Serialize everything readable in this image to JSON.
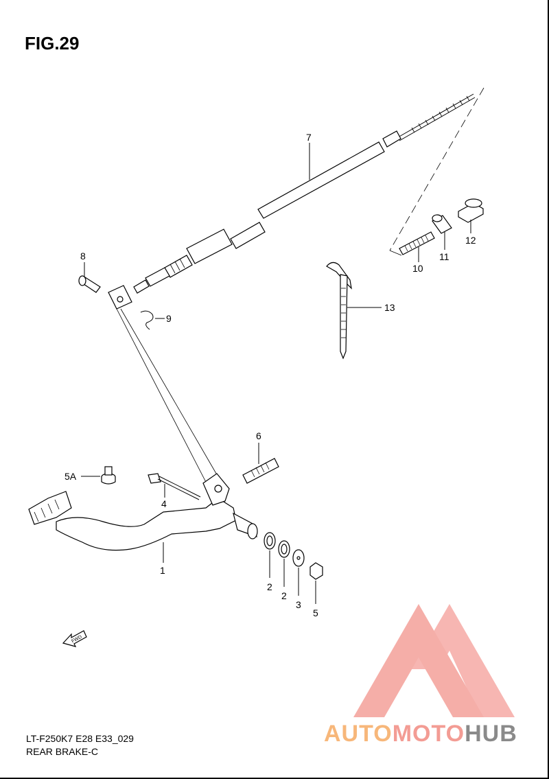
{
  "figure": {
    "title": "FIG.29",
    "model_code": "LT-F250K7 E28 E33_029",
    "section_name": "REAR BRAKE-C"
  },
  "callouts": [
    {
      "id": "1",
      "label": "1"
    },
    {
      "id": "2a",
      "label": "2"
    },
    {
      "id": "2b",
      "label": "2"
    },
    {
      "id": "3",
      "label": "3"
    },
    {
      "id": "4",
      "label": "4"
    },
    {
      "id": "5",
      "label": "5"
    },
    {
      "id": "5A",
      "label": "5A"
    },
    {
      "id": "6",
      "label": "6"
    },
    {
      "id": "7",
      "label": "7"
    },
    {
      "id": "8",
      "label": "8"
    },
    {
      "id": "9",
      "label": "9"
    },
    {
      "id": "10",
      "label": "10"
    },
    {
      "id": "11",
      "label": "11"
    },
    {
      "id": "12",
      "label": "12"
    },
    {
      "id": "13",
      "label": "13"
    }
  ],
  "direction_arrow": {
    "label": "FWD"
  },
  "watermark": {
    "part1": "AUTO",
    "part2": "MOTO",
    "part3": "HUB",
    "colors": {
      "auto": "#f7b77a",
      "moto": "#f39c94",
      "hub": "#8a8a8a",
      "logo": "#f4a09a"
    }
  },
  "colors": {
    "ink": "#000000",
    "background": "#ffffff"
  }
}
